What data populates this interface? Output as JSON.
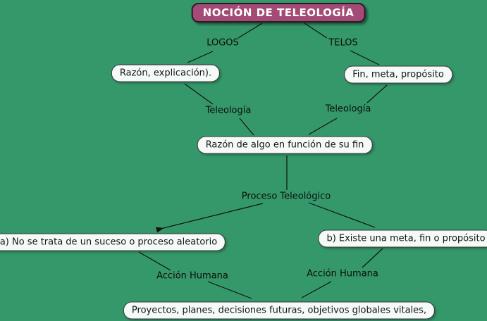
{
  "canvas": {
    "background_color": "#35986A"
  },
  "title": {
    "text": "NOCIÓN DE TELEOLOGÍA",
    "fill_color": "#A34A75",
    "text_color": "#FFFFFF"
  },
  "nodes": {
    "razon_explicacion": {
      "text": "Razón, explicación)."
    },
    "fin_meta_proposito": {
      "text": "Fin, meta, propósito"
    },
    "razon_de_algo": {
      "text": "Razón de algo en función de su fin"
    },
    "proceso_a": {
      "text": "a) No se trata de un suceso o proceso aleatorio"
    },
    "proceso_b": {
      "text": "b) Existe una meta, fin o propósito"
    },
    "proyectos": {
      "text": "Proyectos, planes, decisiones futuras, objetivos globales vitales,"
    }
  },
  "link_labels": {
    "logos": {
      "text": "LOGOS"
    },
    "telos": {
      "text": "TELOS"
    },
    "teleologia_left": {
      "text": "Teleología"
    },
    "teleologia_right": {
      "text": "Teleología"
    },
    "proceso_teleologico": {
      "text": "Proceso Teleológico"
    },
    "accion_humana_left": {
      "text": "Acción Humana"
    },
    "accion_humana_right": {
      "text": "Acción Humana"
    }
  }
}
